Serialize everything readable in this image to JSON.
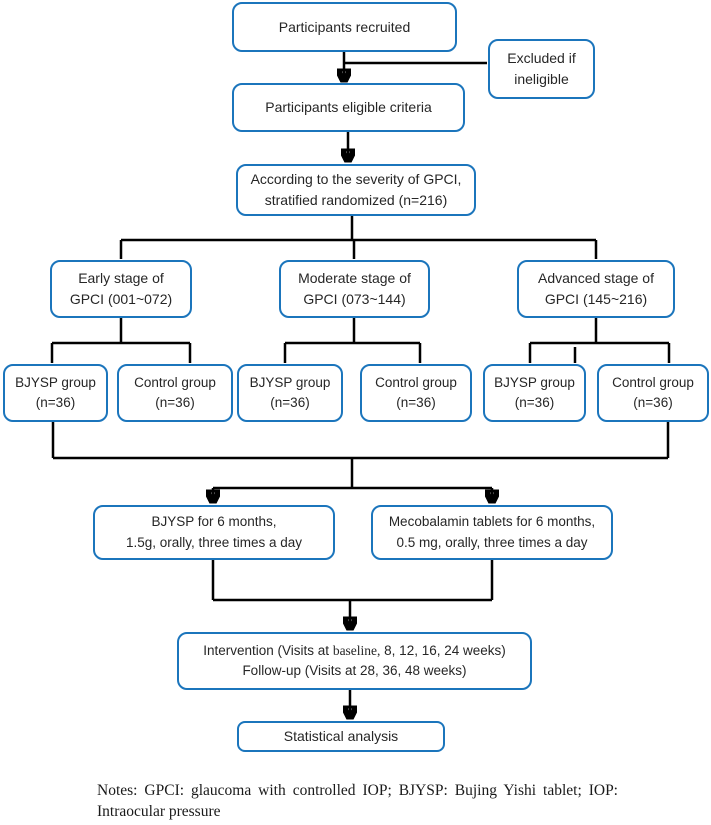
{
  "colors": {
    "box_border": "#1b75bc",
    "connector_line": "#000000",
    "text": "#262626"
  },
  "nodes": {
    "recruited": {
      "lines": [
        "Participants recruited"
      ]
    },
    "excluded": {
      "lines": [
        "Excluded if",
        "ineligible"
      ]
    },
    "eligible": {
      "lines": [
        "Participants eligible criteria"
      ]
    },
    "randomized": {
      "lines": [
        "According to the severity of GPCI,",
        "stratified randomized (n=216)"
      ]
    },
    "early": {
      "lines": [
        "Early stage of",
        "GPCI (001~072)"
      ]
    },
    "moderate": {
      "lines": [
        "Moderate stage of",
        "GPCI (073~144)"
      ]
    },
    "advanced": {
      "lines": [
        "Advanced stage of",
        "GPCI (145~216)"
      ]
    },
    "groups": [
      {
        "lines": [
          "BJYSP group",
          "(n=36)"
        ]
      },
      {
        "lines": [
          "Control group",
          "(n=36)"
        ]
      },
      {
        "lines": [
          "BJYSP group",
          "(n=36)"
        ]
      },
      {
        "lines": [
          "Control group",
          "(n=36)"
        ]
      },
      {
        "lines": [
          "BJYSP group",
          "(n=36)"
        ]
      },
      {
        "lines": [
          "Control group",
          "(n=36)"
        ]
      }
    ],
    "treatment_bjysp": {
      "lines": [
        "BJYSP for 6 months,",
        "1.5g, orally, three times a day"
      ]
    },
    "treatment_control": {
      "lines": [
        "Mecobalamin tablets for 6 months,",
        "0.5 mg, orally, three times a day"
      ]
    },
    "intervention": {
      "line1_pre": "Intervention (Visits at ",
      "line1_serif": "baseline,",
      "line1_post": " 8, 12, 16, 24 weeks)",
      "line2": "Follow-up (Visits at 28, 36, 48 weeks)"
    },
    "statistical": {
      "lines": [
        "Statistical analysis"
      ]
    }
  },
  "notes": {
    "line1": "Notes: GPCI: glaucoma with controlled IOP; BJYSP: Bujing Yishi tablet; IOP:",
    "line2": "Intraocular pressure"
  }
}
